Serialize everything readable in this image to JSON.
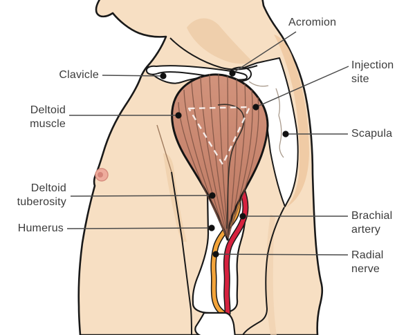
{
  "figure": {
    "subject": "deltoid-injection-site-anatomy"
  },
  "labels": {
    "acromion": "Acromion",
    "injection_site": "Injection site",
    "scapula": "Scapula",
    "clavicle": "Clavicle",
    "deltoid_muscle": "Deltoid muscle",
    "deltoid_tuberosity": "Deltoid tuberosity",
    "humerus": "Humerus",
    "brachial_artery": "Brachial artery",
    "radial_nerve": "Radial nerve"
  },
  "colors": {
    "skin": "#f7dfc3",
    "skin_shade": "#eec9a2",
    "muscle_top": "#d2937c",
    "muscle_bottom": "#bd7861",
    "muscle_striation": "#7c5243",
    "bone": "#ffffff",
    "outline": "#191919",
    "artery_red": "#d6223f",
    "nerve_orange": "#f3a43a",
    "leader_line": "#4a4a4a",
    "label_text": "#3b3b3b",
    "dashed_triangle": "#ffffff",
    "nipple": "#eeac9d"
  }
}
